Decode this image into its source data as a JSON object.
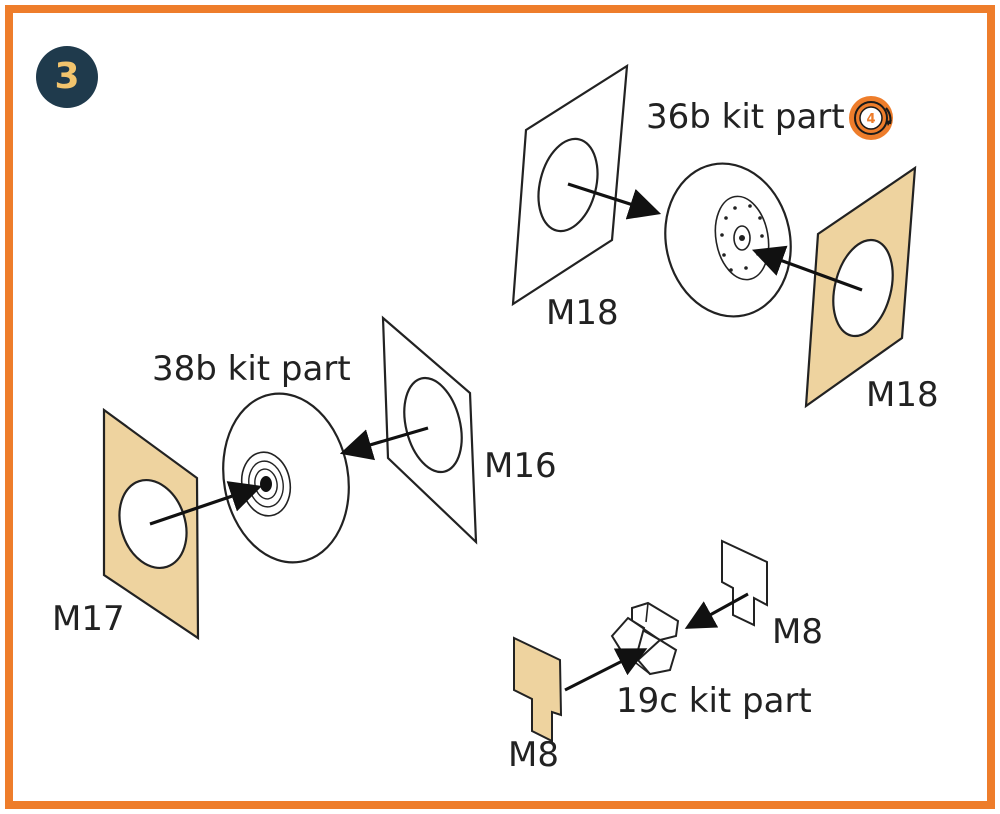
{
  "step": {
    "number": "3"
  },
  "labels": {
    "part_36b": "36b kit part",
    "part_38b": "38b kit part",
    "part_19c": "19c kit part",
    "m18_upper": "M18",
    "m18_lower": "M18",
    "m16": "M16",
    "m17": "M17",
    "m8_right": "M8",
    "m8_left": "M8"
  },
  "badge": {
    "text": "4"
  },
  "colors": {
    "frame": "#ee7d2b",
    "step_circle": "#1f3a4c",
    "step_number": "#f2c46d",
    "film_part": "#eed39f",
    "badge_orange": "#ee7d2b"
  }
}
